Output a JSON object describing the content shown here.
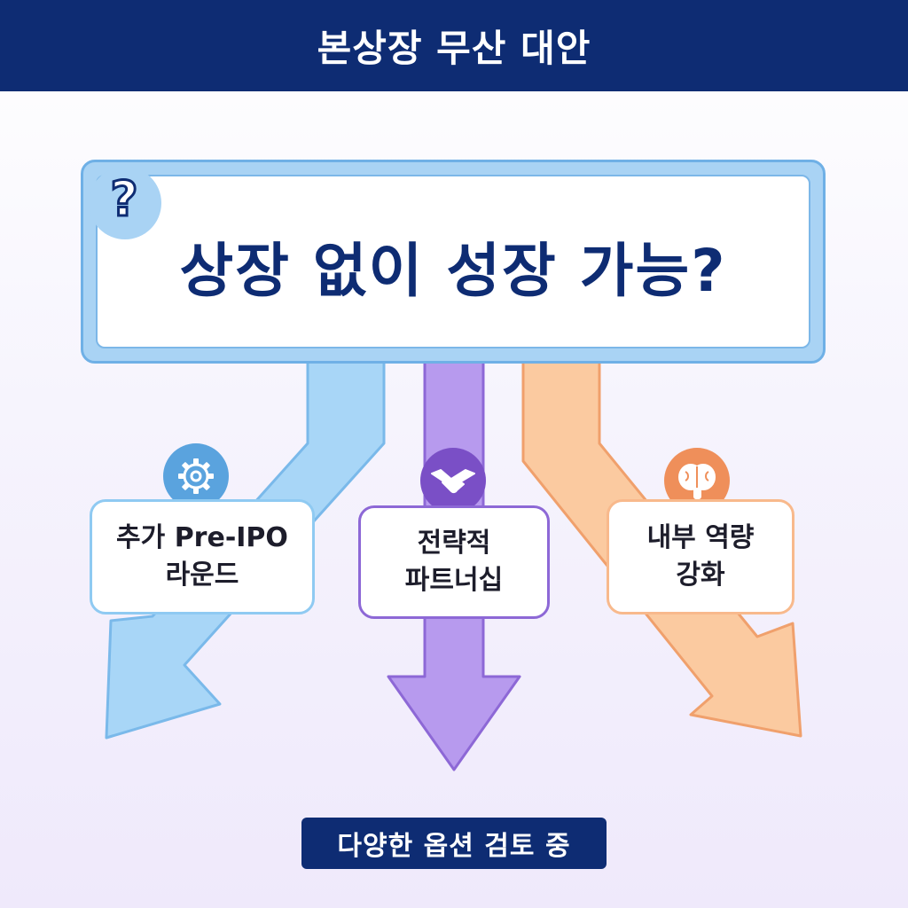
{
  "header": {
    "title": "본상장 무산 대안"
  },
  "question": {
    "mark": "?",
    "text": "상장 없이 성장 가능?"
  },
  "options": [
    {
      "line1": "추가 Pre-IPO",
      "line2": "라운드",
      "icon": "gear-icon",
      "color": "#8fcaf2",
      "accent": "#5aa3de"
    },
    {
      "line1": "전략적",
      "line2": "파트너십",
      "icon": "handshake-icon",
      "color": "#b291ea",
      "accent": "#7a4fc6"
    },
    {
      "line1": "내부 역량",
      "line2": "강화",
      "icon": "brain-icon",
      "color": "#f8c497",
      "accent": "#ef8f5a"
    }
  ],
  "footer": {
    "label": "다양한 옵션 검토 중"
  }
}
